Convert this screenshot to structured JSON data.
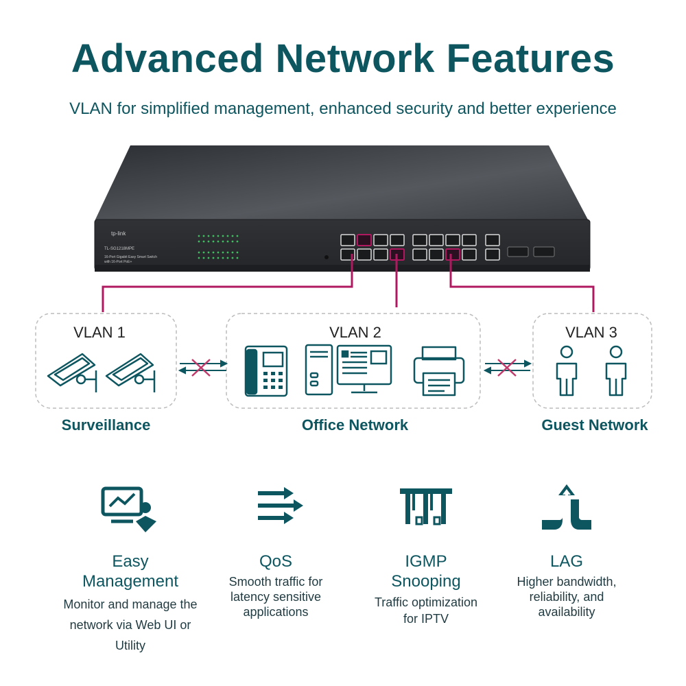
{
  "header": {
    "title": "Advanced Network Features",
    "subtitle": "VLAN for simplified management, enhanced security and better experience"
  },
  "switch": {
    "brand": "tp-link",
    "model": "TL-SG1218MPE",
    "description_line1": "16-Port Gigabit Easy Smart Switch",
    "description_line2": "with 16-Port PoE+",
    "colors": {
      "body": "#3a3d41",
      "front": "#2b2d30",
      "link_line": "#b0195f"
    }
  },
  "vlans": [
    {
      "label": "VLAN 1",
      "group": "Surveillance",
      "icons": [
        "security-camera-icon",
        "security-camera-icon"
      ]
    },
    {
      "label": "VLAN 2",
      "group": "Office Network",
      "icons": [
        "ip-phone-icon",
        "desktop-pc-icon",
        "printer-icon"
      ]
    },
    {
      "label": "VLAN 3",
      "group": "Guest Network",
      "icons": [
        "person-icon",
        "person-icon"
      ]
    }
  ],
  "features": [
    {
      "icon": "monitor-management-icon",
      "name_line1": "Easy",
      "name_line2": "Management",
      "desc": [
        "Monitor and manage the",
        "network via Web UI or",
        "Utility"
      ]
    },
    {
      "icon": "qos-arrows-icon",
      "name_line1": "QoS",
      "name_line2": "",
      "desc": [
        "Smooth traffic for",
        "latency sensitive",
        "applications"
      ]
    },
    {
      "icon": "igmp-snooping-icon",
      "name_line1": "IGMP",
      "name_line2": "Snooping",
      "desc": [
        "Traffic optimization",
        "for IPTV"
      ]
    },
    {
      "icon": "lag-icon",
      "name_line1": "LAG",
      "name_line2": "",
      "desc": [
        "Higher bandwidth,",
        "reliability, and",
        "availability"
      ]
    }
  ],
  "theme": {
    "accent": "#0d5660",
    "vlan_link": "#b0195f",
    "block_mark": "#c0396b"
  }
}
